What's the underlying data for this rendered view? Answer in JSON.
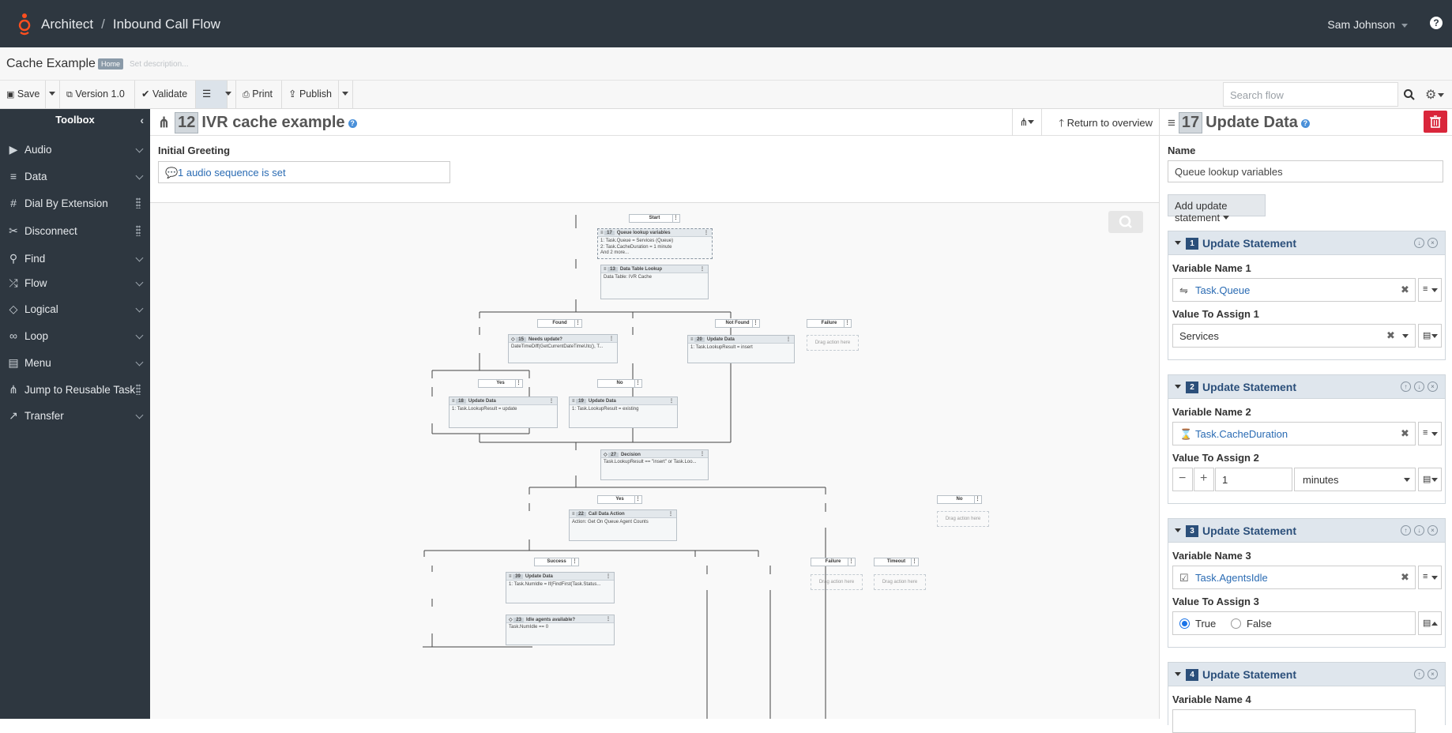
{
  "header": {
    "app_name": "Architect",
    "separator": "/",
    "section": "Inbound Call Flow",
    "user": "Sam Johnson",
    "help_icon": "?"
  },
  "flow": {
    "name": "Cache Example",
    "badge": "Home",
    "description_placeholder": "Set description..."
  },
  "toolbar": {
    "save": "Save",
    "version": "Version 1.0",
    "validate": "Validate",
    "print": "Print",
    "publish": "Publish",
    "search_placeholder": "Search flow"
  },
  "toolbox": {
    "title": "Toolbox",
    "items": [
      {
        "label": "Audio",
        "icon": "play-circle-icon",
        "glyph": "▶"
      },
      {
        "label": "Data",
        "icon": "database-icon",
        "glyph": "≡"
      },
      {
        "label": "Dial By Extension",
        "icon": "hash-icon",
        "glyph": "#"
      },
      {
        "label": "Disconnect",
        "icon": "disconnect-icon",
        "glyph": "✂"
      },
      {
        "label": "Find",
        "icon": "binoculars-icon",
        "glyph": "⚲"
      },
      {
        "label": "Flow",
        "icon": "shuffle-icon",
        "glyph": "⤮"
      },
      {
        "label": "Logical",
        "icon": "diamond-icon",
        "glyph": "◇"
      },
      {
        "label": "Loop",
        "icon": "loop-icon",
        "glyph": "∞"
      },
      {
        "label": "Menu",
        "icon": "menu-icon",
        "glyph": "▤"
      },
      {
        "label": "Jump to Reusable Task",
        "icon": "sitemap-icon",
        "glyph": "⋔"
      },
      {
        "label": "Transfer",
        "icon": "transfer-icon",
        "glyph": "↗"
      }
    ]
  },
  "task": {
    "number": "12",
    "title": "IVR cache example",
    "return_label": "Return to overview",
    "initial_greeting_label": "Initial Greeting",
    "audio_sequence": "1 audio sequence is set"
  },
  "diagram": {
    "start": "Start",
    "drag_here": "Drag action here",
    "n17": {
      "num": "17",
      "title": "Queue lookup variables",
      "lines": [
        "1: Task.Queue = Services (Queue)",
        "2: Task.CacheDuration = 1 minute",
        "And 2 more..."
      ]
    },
    "n13": {
      "num": "13",
      "title": "Data Table Lookup",
      "lines": [
        "Data Table: IVR Cache"
      ]
    },
    "found": "Found",
    "not_found": "Not Found",
    "failure": "Failure",
    "n15": {
      "num": "15",
      "title": "Needs update?",
      "lines": [
        "DateTimeDiff(GetCurrentDateTimeUtc(), T..."
      ]
    },
    "n20": {
      "num": "20",
      "title": "Update Data",
      "lines": [
        "1: Task.LookupResult = insert"
      ]
    },
    "yes": "Yes",
    "no": "No",
    "n18": {
      "num": "18",
      "title": "Update Data",
      "lines": [
        "1: Task.LookupResult = update"
      ]
    },
    "n19": {
      "num": "19",
      "title": "Update Data",
      "lines": [
        "1: Task.LookupResult = existing"
      ]
    },
    "n27": {
      "num": "27",
      "title": "Decision",
      "lines": [
        "Task.LookupResult == \"insert\" or Task.Loo..."
      ]
    },
    "n22": {
      "num": "22",
      "title": "Call Data Action",
      "lines": [
        "Action: Get On Queue Agent Counts"
      ]
    },
    "success": "Success",
    "timeout": "Timeout",
    "n39": {
      "num": "39",
      "title": "Update Data",
      "lines": [
        "1: Task.NumIdle = If(FindFirst(Task.Status..."
      ]
    },
    "n23": {
      "num": "23",
      "title": "Idle agents available?",
      "lines": [
        "Task.NumIdle == 0"
      ]
    }
  },
  "panel": {
    "number": "17",
    "title": "Update Data",
    "name_label": "Name",
    "name_value": "Queue lookup variables",
    "add_button": "Add update statement",
    "statements": [
      {
        "num": "1",
        "title": "Update Statement",
        "var_label": "Variable Name 1",
        "var_value": "Task.Queue",
        "var_icon": "queue-icon",
        "val_label": "Value To Assign 1",
        "val_value": "Services"
      },
      {
        "num": "2",
        "title": "Update Statement",
        "var_label": "Variable Name 2",
        "var_value": "Task.CacheDuration",
        "var_icon": "hourglass-icon",
        "val_label": "Value To Assign 2",
        "val_value": "1",
        "unit": "minutes"
      },
      {
        "num": "3",
        "title": "Update Statement",
        "var_label": "Variable Name 3",
        "var_value": "Task.AgentsIdle",
        "var_icon": "checkbox-icon",
        "val_label": "Value To Assign 3",
        "true_label": "True",
        "false_label": "False",
        "selected": "True"
      },
      {
        "num": "4",
        "title": "Update Statement",
        "var_label": "Variable Name 4"
      }
    ]
  },
  "colors": {
    "topbar": "#2e3740",
    "accent_orange": "#ff4f1f",
    "link_blue": "#2a6bb3",
    "delete_red": "#d9263b",
    "statement_header": "#dfe6ed"
  }
}
